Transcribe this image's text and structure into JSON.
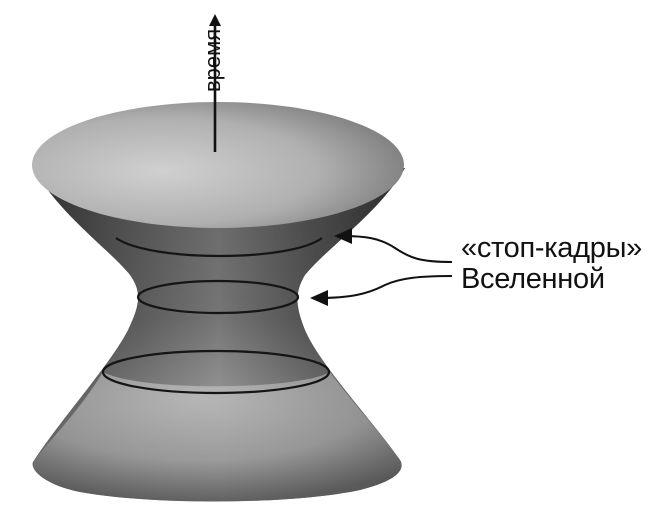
{
  "figure": {
    "axis_label": "время",
    "annotation_line1": "«стоп-кадры»",
    "annotation_line2": "Вселенной",
    "surface": "hyperboloid",
    "rings_count": 3,
    "colors": {
      "background": "#ffffff",
      "surface_dark": "#4a4a4a",
      "surface_light": "#c8c8c8",
      "ink": "#111111"
    }
  }
}
